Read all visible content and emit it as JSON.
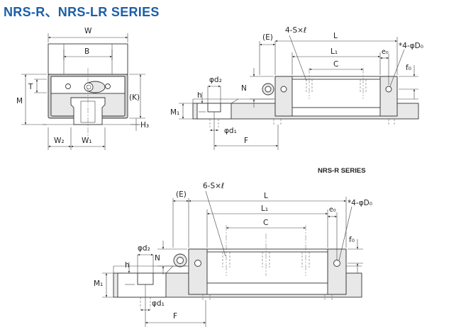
{
  "header": {
    "title": "NRS-R、NRS-LR SERIES",
    "subtitle": "NRS-R SERIES"
  },
  "front_view": {
    "W": "W",
    "B": "B",
    "T": "T",
    "K": "(K)",
    "M": "M",
    "H3": "H₃",
    "W2": "W₂",
    "W1": "W₁"
  },
  "side_view_top": {
    "E": "(E)",
    "S": "4-S×ℓ",
    "L": "L",
    "L1": "L₁",
    "C": "C",
    "e0": "e₀",
    "D0": "*4-φD₀",
    "f0": "f₀",
    "N": "N",
    "d2": "φd₂",
    "h": "h",
    "M1": "M₁",
    "d1": "φd₁",
    "F": "F"
  },
  "side_view_bottom": {
    "E": "(E)",
    "S": "6-S×ℓ",
    "L": "L",
    "L1": "L₁",
    "C": "C",
    "e0": "e₀",
    "D0": "*4-φD₀",
    "f0": "f₀",
    "N": "N",
    "d2": "φd₂",
    "h": "h",
    "M1": "M₁",
    "d1": "φd₁",
    "F": "F"
  }
}
